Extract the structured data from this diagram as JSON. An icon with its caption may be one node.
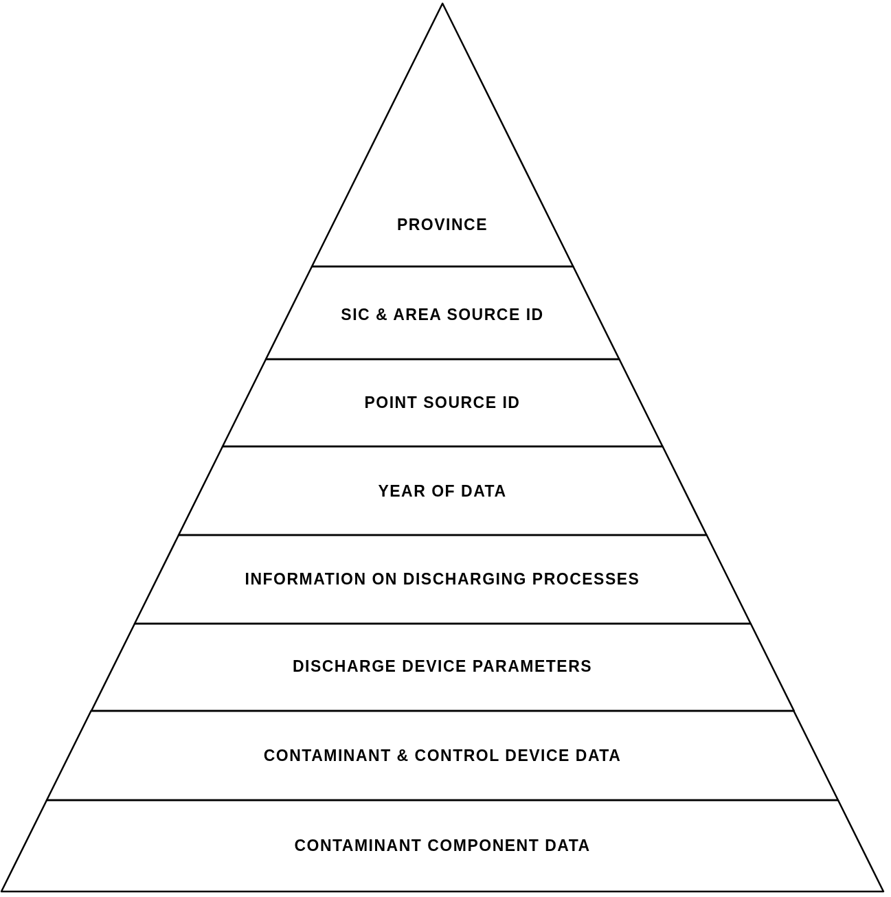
{
  "diagram": {
    "nodes": [
      {
        "text": [
          "PROVINCE"
        ]
      },
      {
        "text": [
          "SIC & AREA SOURCE ID"
        ]
      },
      {
        "text": [
          "POINT SOURCE ID"
        ]
      },
      {
        "text": [
          "YEAR OF DATA"
        ]
      },
      {
        "text": [
          "INFORMATION ON DISCHARGING PROCESSES"
        ]
      },
      {
        "text": [
          "DISCHARGE DEVICE PARAMETERS"
        ]
      },
      {
        "text": [
          "CONTAMINANT & CONTROL DEVICE DATA"
        ]
      },
      {
        "text": [
          "CONTAMINANT COMPONENT DATA"
        ]
      }
    ]
  }
}
